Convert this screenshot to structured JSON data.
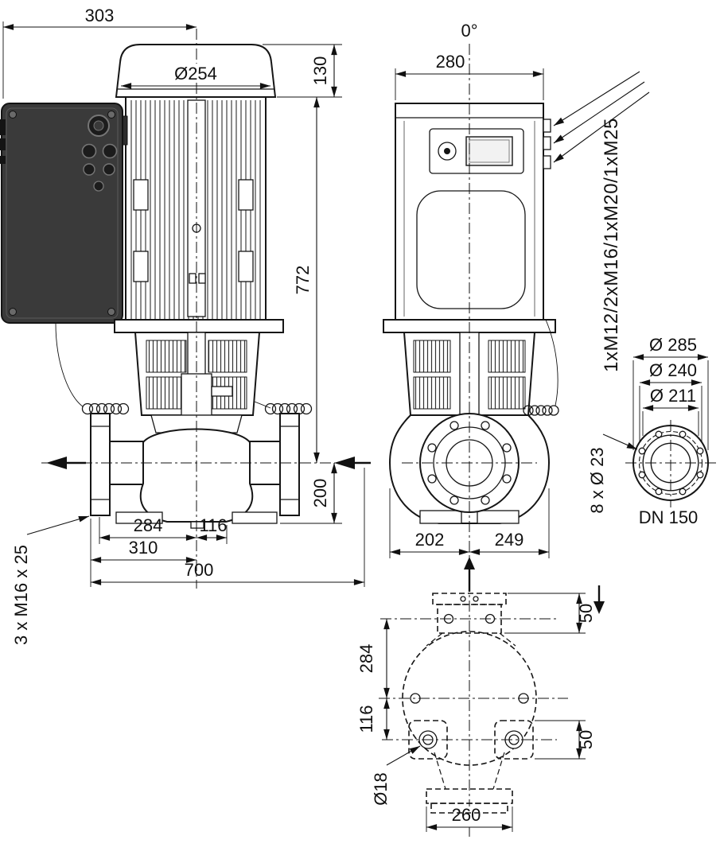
{
  "front_view": {
    "dim_width_top": "303",
    "dim_motor_dia": "Ø254",
    "dim_cap_height": "130",
    "dim_height_total": "772",
    "dim_height_port": "200",
    "dim_foot_a": "284",
    "dim_foot_b": "116",
    "dim_port_offset": "310",
    "dim_port_to_port": "700",
    "label_tapped_holes": "3 x M16 x 25"
  },
  "side_view": {
    "label_gland_angle": "0°",
    "dim_width": "280",
    "label_cable_glands": "1xM12/2xM16/1xM20/1xM25",
    "dim_left_of_axis": "202",
    "dim_right_of_axis": "249"
  },
  "flange_view": {
    "dim_outer_dia": "Ø 285",
    "dim_bolt_circle_dia": "Ø 240",
    "dim_raised_face_dia": "Ø 211",
    "label_bolt_holes": "8 x Ø 23",
    "label_nominal_dia": "DN 150"
  },
  "plan_view": {
    "dim_flange_depth": "50",
    "dim_foot_a": "284",
    "dim_foot_b": "116",
    "dim_foot_depth": "50",
    "label_foot_hole_dia": "Ø18",
    "dim_base_width": "260"
  }
}
